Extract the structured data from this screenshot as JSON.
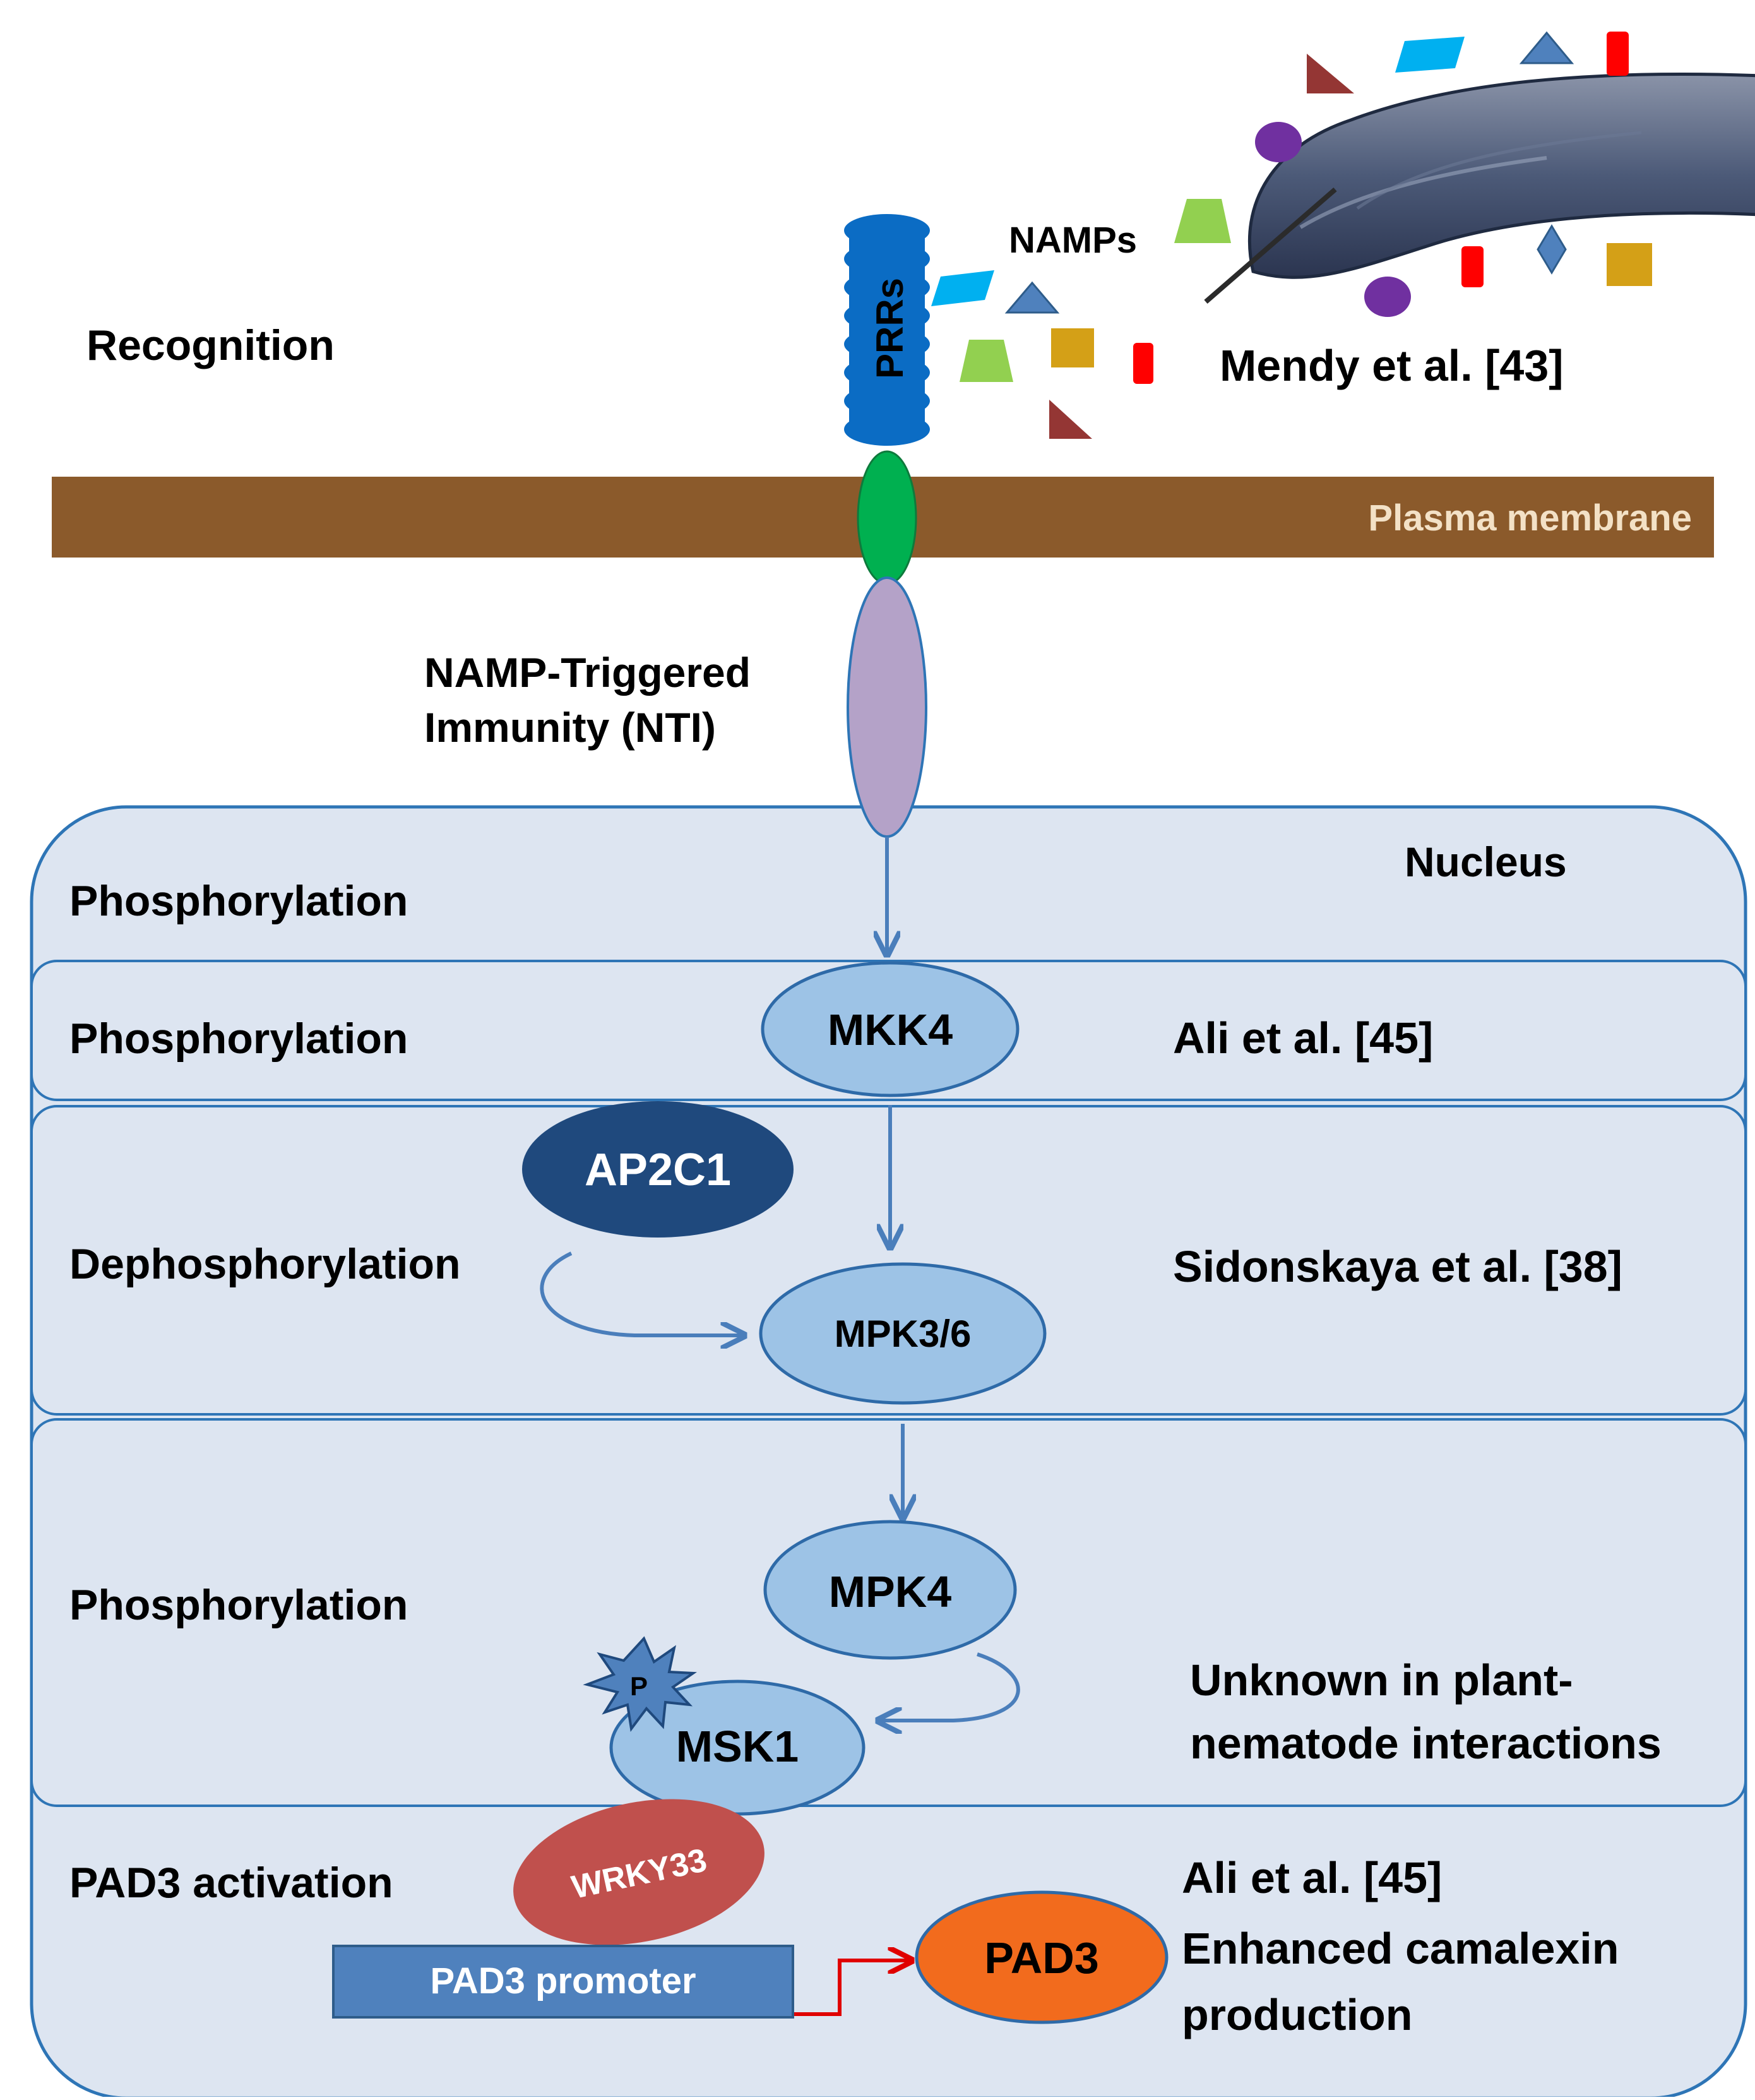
{
  "labels": {
    "recognition": "Recognition",
    "prrs": "PRRs",
    "namps": "NAMPs",
    "mendy_ref": "Mendy et al. [43]",
    "plasma_membrane": "Plasma membrane",
    "nti_line1": "NAMP-Triggered",
    "nti_line2": "Immunity (NTI)",
    "nucleus": "Nucleus",
    "phosphorylation_top": "Phosphorylation",
    "phosphorylation_mkk4": "Phosphorylation",
    "ali_ref_1": "Ali et al. [45]",
    "dephosphorylation": "Dephosphorylation",
    "sidonskaya_ref": "Sidonskaya et al. [38]",
    "phosphorylation_mpk4": "Phosphorylation",
    "unknown_line1": "Unknown in plant-",
    "unknown_line2": "nematode interactions",
    "pad3_activation": "PAD3 activation",
    "ali_ref_2": "Ali et al. [45]",
    "camalexin_line1": "Enhanced camalexin",
    "camalexin_line2": "production",
    "phospho_p": "P"
  },
  "nodes": {
    "mkk4": "MKK4",
    "ap2c1": "AP2C1",
    "mpk36": "MPK3/6",
    "mpk4": "MPK4",
    "msk1": "MSK1",
    "wrky33": "WRKY33",
    "pad3_promoter": "PAD3 promoter",
    "pad3": "PAD3"
  },
  "colors": {
    "membrane": "#8b5a2b",
    "prr": "#0b6cc4",
    "anchor": "#00b050",
    "nti_receptor": "#b4a2c8",
    "compartment_fill": "#dde5f1",
    "compartment_stroke": "#2e75b6",
    "kinase_fill": "#9dc3e6",
    "kinase_stroke": "#2e6aa8",
    "ap2c1": "#1f497d",
    "wrky33": "#c0504d",
    "promoter": "#4f81bd",
    "pad3": "#f26b1d",
    "arrow": "#4a7ebb",
    "red_arrow": "#e00000"
  },
  "icons": {
    "nematode": "nematode-image",
    "namp_shapes": "molecular-pattern-shapes",
    "phospho": "phosphate-star-icon"
  }
}
